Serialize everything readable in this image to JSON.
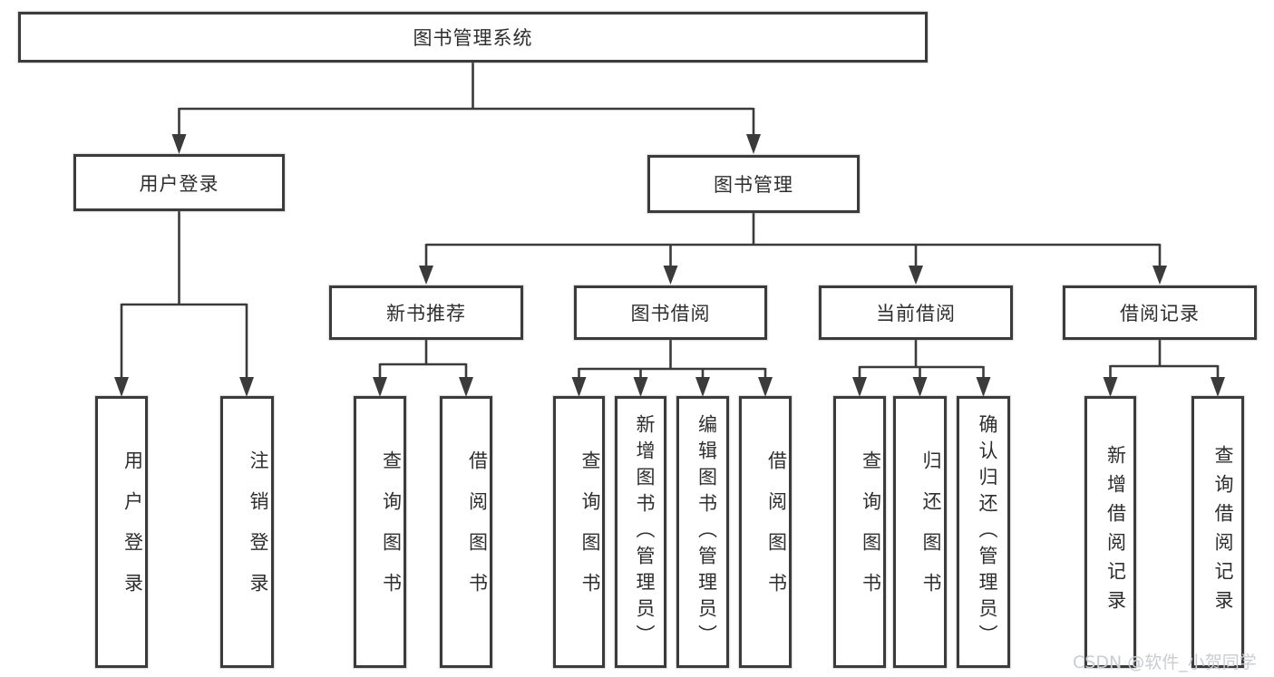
{
  "colors": {
    "line": "#3b3b3b",
    "boxBorder": "#3b3b3b",
    "text": "#2e2e2e",
    "watermark": "#c9ccd1",
    "background": "#ffffff"
  },
  "root": {
    "label": "图书管理系统"
  },
  "branches": {
    "userLogin": {
      "label": "用户登录",
      "children": [
        {
          "label": "用户登录"
        },
        {
          "label": "注销登录"
        }
      ]
    },
    "bookManagement": {
      "label": "图书管理",
      "sections": [
        {
          "label": "新书推荐",
          "children": [
            {
              "label": "查询图书"
            },
            {
              "label": "借阅图书"
            }
          ]
        },
        {
          "label": "图书借阅",
          "children": [
            {
              "label": "查询图书"
            },
            {
              "label": "新增图书（管理员）"
            },
            {
              "label": "编辑图书（管理员）"
            },
            {
              "label": "借阅图书"
            }
          ]
        },
        {
          "label": "当前借阅",
          "children": [
            {
              "label": "查询图书"
            },
            {
              "label": "归还图书"
            },
            {
              "label": "确认归还（管理员）"
            }
          ]
        },
        {
          "label": "借阅记录",
          "children": [
            {
              "label": "新增借阅记录"
            },
            {
              "label": "查询借阅记录"
            }
          ]
        }
      ]
    }
  },
  "watermark": {
    "text": "CSDN @软件_小贺同学"
  }
}
